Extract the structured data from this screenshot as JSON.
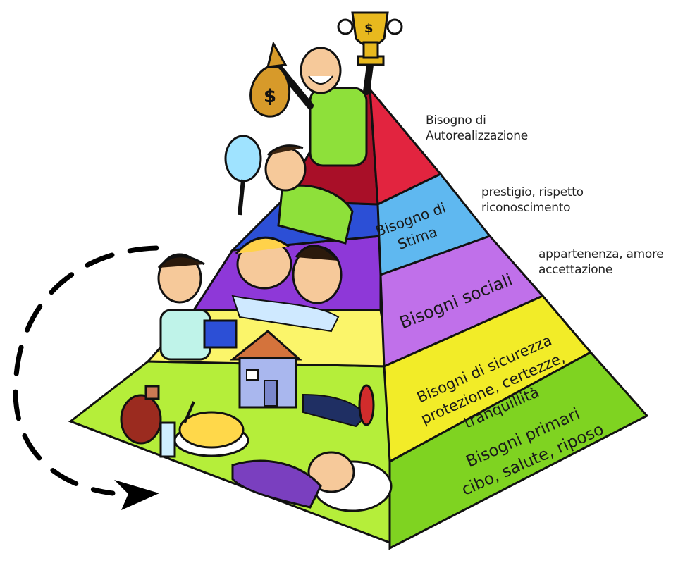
{
  "pyramid": {
    "levels": [
      {
        "id": "primari",
        "face_lines": [
          "Bisogni primari",
          "cibo, salute, riposo"
        ],
        "color_right": "#7fd321",
        "color_left": "#b5ee3a"
      },
      {
        "id": "sicurezza",
        "face_lines": [
          "Bisogni di sicurezza",
          "protezione, certezze,",
          "tranquillità"
        ],
        "color_right": "#f2ec28",
        "color_left": "#fbf56a"
      },
      {
        "id": "sociali",
        "face_lines": [
          "Bisogni sociali"
        ],
        "color_right": "#c070ea",
        "color_left": "#8e38d8"
      },
      {
        "id": "stima",
        "face_lines": [
          "Bisogno di",
          "Stima"
        ],
        "color_right": "#5fb8f0",
        "color_left": "#2c4fd6"
      },
      {
        "id": "autorealizzazione",
        "face_lines": [],
        "color_right": "#e2243f",
        "color_left": "#a90f28"
      }
    ]
  },
  "side_labels": {
    "autorealizzazione": [
      "Bisogno di",
      "Autorealizzazione"
    ],
    "stima": [
      "prestigio, rispetto",
      "riconoscimento"
    ],
    "sociali": [
      "appartenenza, amore",
      "accettazione"
    ]
  },
  "icons": {
    "money_bag": "$",
    "trophy": "$"
  }
}
